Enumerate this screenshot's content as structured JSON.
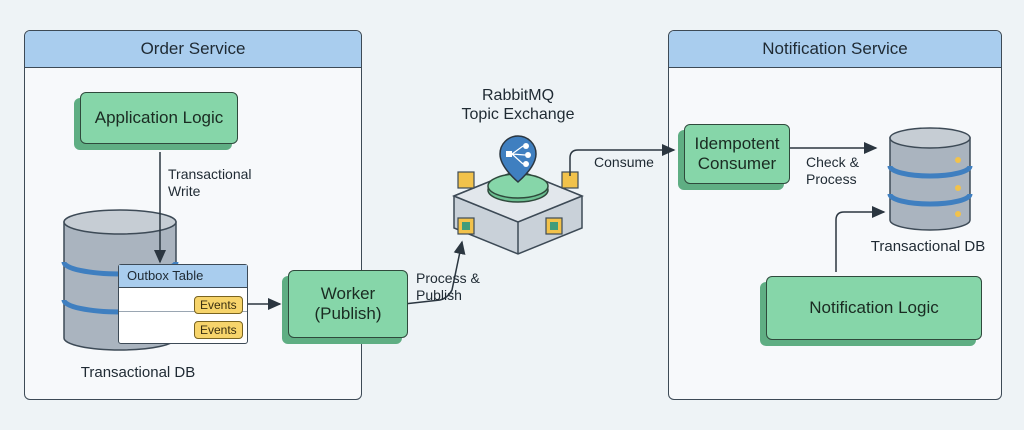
{
  "order_service": {
    "title": "Order Service",
    "app_logic": "Application Logic",
    "transactional_write": "Transactional Write",
    "outbox_table": "Outbox Table",
    "events": [
      "Events",
      "Events"
    ],
    "db_label": "Transactional DB"
  },
  "worker": {
    "label_line1": "Worker",
    "label_line2": "(Publish)"
  },
  "process_publish": "Process & Publish",
  "rabbitmq": {
    "title_line1": "RabbitMQ",
    "title_line2": "Topic Exchange"
  },
  "consume": "Consume",
  "notification_service": {
    "title": "Notification Service",
    "consumer_line1": "Idempotent",
    "consumer_line2": "Consumer",
    "check_process": "Check & Process",
    "db_label": "Transactional DB",
    "logic": "Notification Logic"
  },
  "colors": {
    "header_blue": "#a9cdee",
    "node_green": "#86d6a9",
    "event_yellow": "#f7d46b",
    "db_gray": "#aab4bf",
    "db_stripe": "#3f7fc0"
  }
}
